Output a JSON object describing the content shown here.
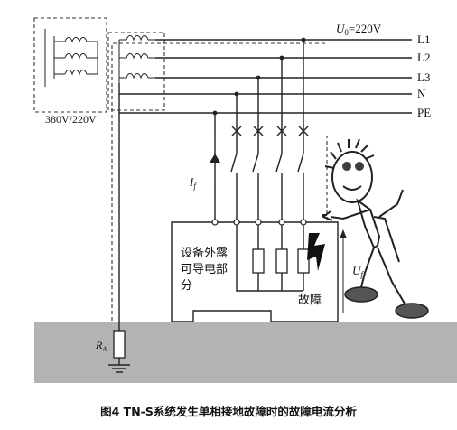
{
  "labels": {
    "u0_symbol": "U",
    "u0_sub": "0",
    "u0_value": "=220V",
    "line_l1": "L1",
    "line_l2": "L2",
    "line_l3": "L3",
    "line_n": "N",
    "line_pe": "PE",
    "transformer_voltage": "380V/220V",
    "fault_current_symbol": "I",
    "fault_current_sub": "f",
    "touch_voltage_symbol": "U",
    "touch_voltage_sub": "f",
    "equipment_line1": "设备外露",
    "equipment_line2": "可导电部",
    "equipment_line3": "分",
    "fault": "故障",
    "ground_resistor_symbol": "R",
    "ground_resistor_sub": "A"
  },
  "caption": "图4 TN-S系统发生单相接地故障时的故障电流分析",
  "colors": {
    "ground": "#b3b3b3",
    "lines": "#222222",
    "person_eye": "#3d3d3d"
  }
}
